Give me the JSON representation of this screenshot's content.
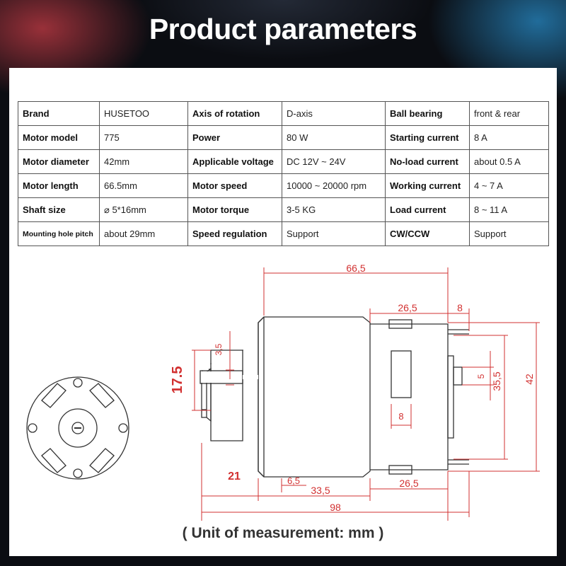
{
  "page": {
    "title": "Product parameters",
    "unit_note": "( Unit of measurement: mm )"
  },
  "specs": {
    "rows": [
      [
        {
          "k": "Brand",
          "v": "HUSETOO"
        },
        {
          "k": "Axis of rotation",
          "v": "D-axis"
        },
        {
          "k": "Ball bearing",
          "v": "front & rear"
        }
      ],
      [
        {
          "k": "Motor model",
          "v": "775"
        },
        {
          "k": "Power",
          "v": "80 W"
        },
        {
          "k": "Starting current",
          "v": "8 A"
        }
      ],
      [
        {
          "k": "Motor diameter",
          "v": "42mm"
        },
        {
          "k": "Applicable voltage",
          "v": "DC 12V ~ 24V"
        },
        {
          "k": "No-load current",
          "v": "about 0.5 A"
        }
      ],
      [
        {
          "k": "Motor length",
          "v": "66.5mm"
        },
        {
          "k": "Motor speed",
          "v": "10000 ~ 20000 rpm"
        },
        {
          "k": "Working current",
          "v": "4 ~ 7 A"
        }
      ],
      [
        {
          "k": "Shaft size",
          "v": "⌀  5*16mm"
        },
        {
          "k": "Motor torque",
          "v": "3-5 KG"
        },
        {
          "k": "Load current",
          "v": "8 ~ 11 A"
        }
      ],
      [
        {
          "k": "Mounting hole pitch",
          "v": "about 29mm"
        },
        {
          "k": "Speed regulation",
          "v": "Support"
        },
        {
          "k": "CW/CCW",
          "v": "Support"
        }
      ]
    ]
  },
  "drawing": {
    "dims": {
      "body_length": "66,5",
      "rear_section": "26,5",
      "terminal": "8",
      "shaft_step": "3,5",
      "front_height": "17.5",
      "shaft_dia": "5",
      "rear_dia": "35,5",
      "body_dia": "42",
      "window": "8",
      "shaft_len": "21",
      "boss_len": "6,5",
      "body_mid": "33,5",
      "rear_bottom": "26,5",
      "total": "98"
    },
    "colors": {
      "line": "#333333",
      "dimension": "#d23030"
    }
  }
}
